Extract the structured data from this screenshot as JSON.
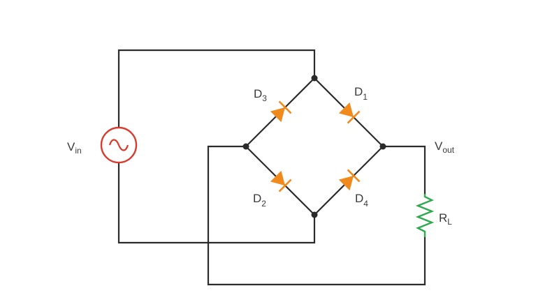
{
  "diagram": {
    "source": {
      "label": "V",
      "sub": "in",
      "icon": "ac-source-icon",
      "color": "#d93a2b"
    },
    "output": {
      "label": "V",
      "sub": "out"
    },
    "load": {
      "label": "R",
      "sub": "L",
      "icon": "resistor-icon",
      "color": "#2fa84f"
    },
    "diodes": [
      {
        "label": "D",
        "sub": "3",
        "icon": "diode-icon",
        "color": "#f08a1c"
      },
      {
        "label": "D",
        "sub": "1",
        "icon": "diode-icon",
        "color": "#f08a1c"
      },
      {
        "label": "D",
        "sub": "2",
        "icon": "diode-icon",
        "color": "#f08a1c"
      },
      {
        "label": "D",
        "sub": "4",
        "icon": "diode-icon",
        "color": "#f08a1c"
      }
    ],
    "wire_color": "#2b2b2b"
  }
}
